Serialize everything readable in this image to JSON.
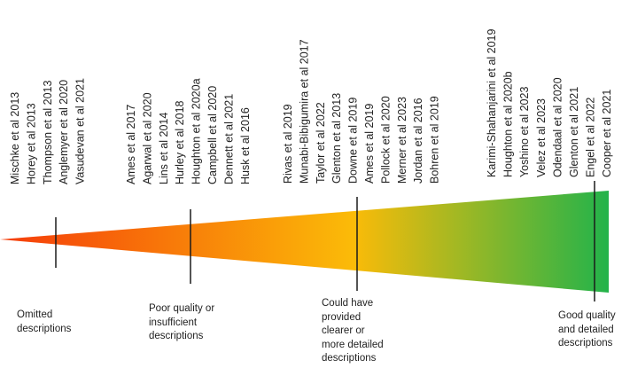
{
  "colors": {
    "gradient_start": "#f53c0a",
    "gradient_mid": "#fbbb08",
    "gradient_end": "#22b34a",
    "marker": "#1a1a1a",
    "text": "#222222"
  },
  "groups": [
    {
      "caption_lines": [
        "Omitted",
        "descriptions"
      ],
      "references": [
        "Mischke et al 2013",
        "Horey et al 2013",
        "Thompson et al 2013",
        "Anglemyer et al 2020",
        "Vasudevan et al 2021"
      ]
    },
    {
      "caption_lines": [
        "Poor quality or",
        "insufficient",
        "descriptions"
      ],
      "references": [
        "Ames et al 2017",
        "Agarwal et al 2020",
        "Lins et al 2014",
        "Hurley et al 2018",
        "Houghton et al 2020a",
        "Campbell et al 2020",
        "Dennett et al 2021",
        "Husk et al 2016"
      ]
    },
    {
      "caption_lines": [
        "Could have",
        "provided",
        "clearer or",
        "more detailed",
        "descriptions"
      ],
      "references": [
        "Rivas et al 2019",
        "Munabi-Bibigumira et al 2017",
        "Taylor et al 2022",
        "Glenton et al 2013",
        "Downe et al 2019",
        "Ames et al 2019",
        "Pollock et al 2020",
        "Merner et al 2023",
        "Jordan et al 2016",
        "Bohren et al 2019"
      ]
    },
    {
      "caption_lines": [
        "Good quality",
        "and detailed",
        "descriptions"
      ],
      "references": [
        "Karimi-Shahanjarini et al 2019",
        "Houghton et al 2020b",
        "Yoshino et al 2023",
        "Velez et al 2023",
        "Odendaal et al 2020",
        "Glenton et al 2021",
        "Engel et al 2022",
        "Cooper et al 2021"
      ]
    }
  ]
}
